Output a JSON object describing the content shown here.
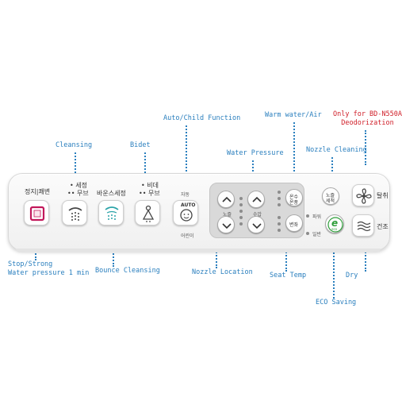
{
  "callouts": {
    "cleansing": "Cleansing",
    "bidet": "Bidet",
    "auto_child": "Auto/Child Function",
    "warm_water_air": "Warm water/Air",
    "only_for_line1": "Only for BD-N550A",
    "only_for_line2": "Deodorization",
    "water_pressure": "Water Pressure",
    "nozzle_cleaning": "Nozzle Cleaning",
    "stop_strong_line1": "Stop/Strong",
    "stop_strong_line2": "Water pressure 1 min",
    "bounce_cleansing": "Bounce Cleansing",
    "nozzle_location": "Nozzle Location",
    "seat_temp": "Seat Temp",
    "dry": "Dry",
    "eco_saving": "ECO Saving"
  },
  "panel": {
    "stop_label": "정지|쾌변",
    "cleansing_label_line1": "• 세정",
    "cleansing_label_line2": "•• 무브",
    "bounce_label": "바운스세정",
    "bidet_label_line1": "• 비데",
    "bidet_label_line2": "•• 무브",
    "auto_text": "자동",
    "auto_button_text": "AUTO",
    "child_text": "어린이",
    "nozzle_text": "노즐",
    "pressure_text": "수압",
    "warm_line1": "온수",
    "warm_line2": "온풍",
    "seat_text": "변좌",
    "nozzle_clean_line1": "노즐",
    "nozzle_clean_line2": "세척",
    "power_text": "파워",
    "normal_text": "일반",
    "eco_letter": "e",
    "eco_sub": "eco",
    "deodor_text": "탈취",
    "dry_text": "건조"
  },
  "colors": {
    "callout_blue": "#2a7fbe",
    "callout_red": "#d0202a",
    "stop_magenta": "#c2185b",
    "eco_green": "#2e9e3a",
    "bidet_teal": "#2aa3a8"
  },
  "icons": {
    "stop": "stop-square-icon",
    "cleansing": "cleansing-spray-icon",
    "bounce": "bounce-spray-icon",
    "bidet": "bidet-person-icon",
    "auto": "child-face-icon",
    "up": "chevron-up-icon",
    "down": "chevron-down-icon",
    "eco": "eco-leaf-icon",
    "deodor": "fan-icon",
    "dry": "wind-icon"
  }
}
